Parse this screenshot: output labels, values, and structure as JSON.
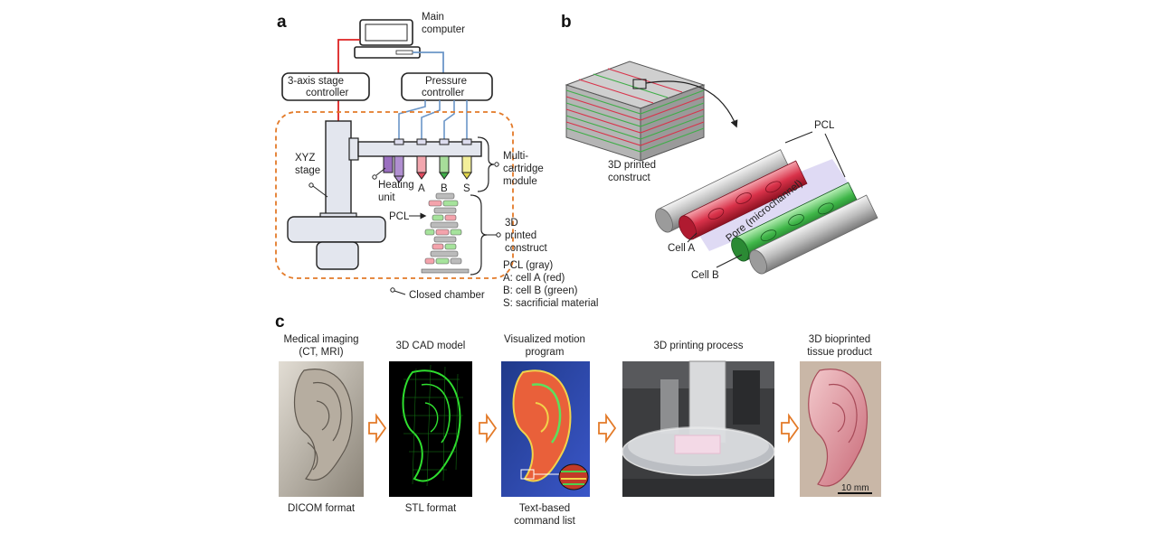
{
  "panel_a": {
    "letter": "a",
    "main_computer": [
      "Main",
      "computer"
    ],
    "stage_controller": [
      "3-axis stage",
      "controller"
    ],
    "pressure_controller": [
      "Pressure",
      "controller"
    ],
    "xyz_stage": [
      "XYZ",
      "stage"
    ],
    "heating_unit": [
      "Heating",
      "unit"
    ],
    "cartridges": [
      "A",
      "B",
      "S"
    ],
    "module_label": [
      "Multi-",
      "cartridge",
      "module"
    ],
    "pcl_label": "PCL",
    "construct_label": [
      "3D",
      "printed",
      "construct"
    ],
    "legend": [
      "PCL (gray)",
      "A: cell A (red)",
      "B: cell B (green)",
      "S: sacrificial material"
    ],
    "chamber_label": "Closed chamber"
  },
  "panel_b": {
    "letter": "b",
    "construct_label": [
      "3D printed",
      "construct"
    ],
    "pcl_label": "PCL",
    "pore_label": "Pore (microchannel)",
    "cell_a": "Cell A",
    "cell_b": "Cell B"
  },
  "panel_c": {
    "letter": "c",
    "steps": [
      {
        "top": [
          "Medical imaging",
          "(CT, MRI)"
        ],
        "bottom": [
          "DICOM format"
        ]
      },
      {
        "top": [
          "3D CAD model"
        ],
        "bottom": [
          "STL format"
        ]
      },
      {
        "top": [
          "Visualized motion",
          "program"
        ],
        "bottom": [
          "Text-based",
          "command list"
        ]
      },
      {
        "top": [
          "3D printing process"
        ],
        "bottom": []
      },
      {
        "top": [
          "3D bioprinted",
          "tissue product"
        ],
        "bottom": []
      }
    ],
    "scale_bar": "10 mm"
  }
}
